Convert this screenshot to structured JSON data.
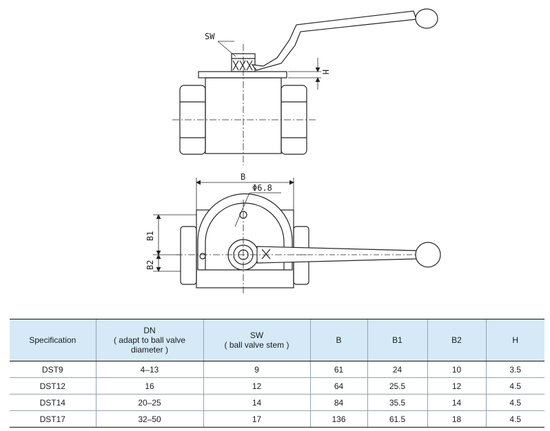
{
  "drawing": {
    "labels": {
      "sw": "SW",
      "h": "H",
      "b": "B",
      "phi": "Φ6.8",
      "b1": "B1",
      "b2": "B2"
    }
  },
  "table": {
    "headers": {
      "spec": "Specification",
      "dn": "DN",
      "dn_sub": "( adapt to ball valve diameter )",
      "sw": "SW",
      "sw_sub": "( ball valve stem )",
      "b": "B",
      "b1": "B1",
      "b2": "B2",
      "h": "H"
    },
    "rows": [
      {
        "spec": "DST9",
        "dn": "4–13",
        "sw": "9",
        "b": "61",
        "b1": "24",
        "b2": "10",
        "h": "3.5"
      },
      {
        "spec": "DST12",
        "dn": "16",
        "sw": "12",
        "b": "64",
        "b1": "25.5",
        "b2": "12",
        "h": "4.5"
      },
      {
        "spec": "DST14",
        "dn": "20–25",
        "sw": "14",
        "b": "84",
        "b1": "35.5",
        "b2": "14",
        "h": "4.5"
      },
      {
        "spec": "DST17",
        "dn": "32–50",
        "sw": "17",
        "b": "136",
        "b1": "61.5",
        "b2": "18",
        "h": "4.5"
      }
    ]
  }
}
